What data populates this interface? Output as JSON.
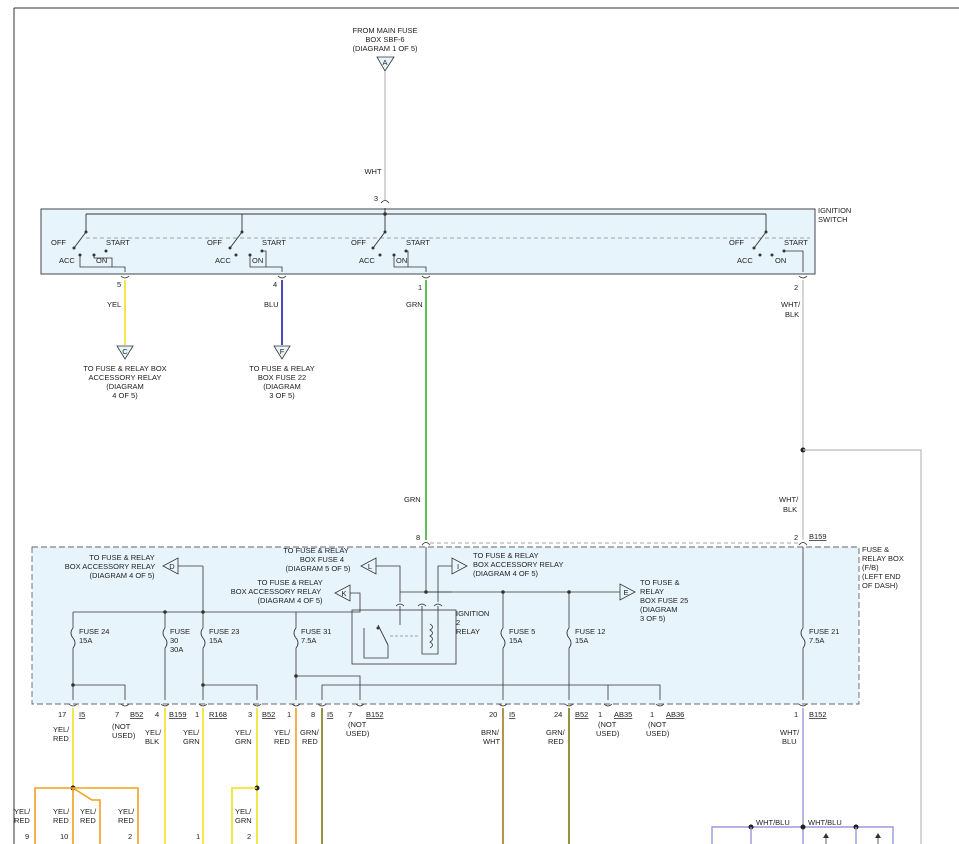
{
  "colors": {
    "border": "#333333",
    "box_fill": "#e8f4fc",
    "wire_wht": "#bbbbbb",
    "wire_yel": "#f2e01a",
    "wire_blu": "#1c1ca8",
    "wire_grn": "#33b026",
    "wire_olive": "#7a7a10",
    "wire_brown": "#a07a20",
    "wire_orange": "#f0a020",
    "wire_lavender": "#9a9ade"
  },
  "source": {
    "lines": [
      "FROM MAIN FUSE",
      "BOX SBF-6",
      "(DIAGRAM 1 OF 5)"
    ],
    "connector": "A",
    "wire": "WHT",
    "pin": "3"
  },
  "ignition_switch": {
    "label": [
      "IGNITION",
      "SWITCH"
    ],
    "off": "OFF",
    "start": "START",
    "acc": "ACC",
    "on": "ON",
    "outputs": [
      {
        "pin": "5",
        "wire": "YEL",
        "connector": "C",
        "dest": [
          "TO FUSE & RELAY BOX",
          "ACCESSORY RELAY",
          "(DIAGRAM",
          "4 OF 5)"
        ]
      },
      {
        "pin": "4",
        "wire": "BLU",
        "connector": "F",
        "dest": [
          "TO FUSE & RELAY",
          "BOX FUSE 22",
          "(DIAGRAM",
          "3 OF 5)"
        ]
      },
      {
        "pin": "1",
        "wire": "GRN"
      },
      {
        "pin": "2",
        "wire": [
          "WHT/",
          "BLK"
        ]
      }
    ]
  },
  "mid_wires": {
    "grn": "GRN",
    "wht_blk": [
      "WHT/",
      "BLK"
    ]
  },
  "fuse_box": {
    "label": [
      "FUSE &",
      "RELAY BOX",
      "(F/B)",
      "(LEFT END",
      "OF DASH)"
    ],
    "in_pins": [
      {
        "pin": "8"
      },
      {
        "pin": "2",
        "conn": "B159"
      }
    ],
    "refs": [
      {
        "letter": "D",
        "text": [
          "TO FUSE & RELAY",
          "BOX ACCESSORY RELAY",
          "(DIAGRAM 4 OF 5)"
        ]
      },
      {
        "letter": "L",
        "text": [
          "TO FUSE & RELAY",
          "BOX FUSE 4",
          "(DIAGRAM 5 OF 5)"
        ]
      },
      {
        "letter": "I",
        "text": [
          "TO FUSE & RELAY",
          "BOX ACCESSORY RELAY",
          "(DIAGRAM 4 OF 5)"
        ]
      },
      {
        "letter": "K",
        "text": [
          "TO FUSE & RELAY",
          "BOX ACCESSORY RELAY",
          "(DIAGRAM 4 OF 5)"
        ]
      },
      {
        "letter": "E",
        "text": [
          "TO FUSE &",
          "RELAY",
          "BOX FUSE 25",
          "(DIAGRAM",
          "3 OF 5)"
        ]
      }
    ],
    "relay": [
      "IGNITION",
      "2",
      "RELAY"
    ],
    "fuses": [
      {
        "name": "FUSE 24",
        "rating": "15A"
      },
      {
        "name": "FUSE",
        "name2": "30",
        "rating": "30A"
      },
      {
        "name": "FUSE 23",
        "rating": "15A"
      },
      {
        "name": "FUSE 31",
        "rating": "7.5A"
      },
      {
        "name": "FUSE 5",
        "rating": "15A"
      },
      {
        "name": "FUSE 12",
        "rating": "15A"
      },
      {
        "name": "FUSE 21",
        "rating": "7.5A"
      }
    ]
  },
  "bottom_pins": [
    {
      "pin": "17",
      "conn": "I5",
      "wire": [
        "YEL/",
        "RED"
      ]
    },
    {
      "pin": "7",
      "conn": "B52",
      "wire": [
        "(NOT",
        "USED)"
      ]
    },
    {
      "pin": "4",
      "conn": "B159",
      "wire": [
        "YEL/",
        "BLK"
      ]
    },
    {
      "pin": "1",
      "conn": "R168",
      "wire": [
        "YEL/",
        "GRN"
      ]
    },
    {
      "pin": "3",
      "conn": "B52",
      "wire": [
        "YEL/",
        "GRN"
      ]
    },
    {
      "pin": "1",
      "conn": "",
      "wire": [
        "YEL/",
        "RED"
      ]
    },
    {
      "pin": "8",
      "conn": "I5",
      "wire": [
        "GRN/",
        "RED"
      ]
    },
    {
      "pin": "7",
      "conn": "B152",
      "wire": [
        "(NOT",
        "USED)"
      ]
    },
    {
      "pin": "20",
      "conn": "I5",
      "wire": [
        "BRN/",
        "WHT"
      ]
    },
    {
      "pin": "24",
      "conn": "B52",
      "wire": [
        "GRN/",
        "RED"
      ]
    },
    {
      "pin": "1",
      "conn": "AB35",
      "wire": [
        "(NOT",
        "USED)"
      ]
    },
    {
      "pin": "1",
      "conn": "AB36",
      "wire": [
        "(NOT",
        "USED)"
      ]
    },
    {
      "pin": "1",
      "conn": "B152",
      "wire": [
        "WHT/",
        "BLU"
      ]
    }
  ],
  "lower": {
    "splits": [
      {
        "wire": [
          "YEL/",
          "RED"
        ],
        "pin": "9"
      },
      {
        "wire": [
          "YEL/",
          "RED"
        ],
        "pin": "10"
      },
      {
        "wire": [
          "YEL/",
          "RED"
        ],
        "pin": ""
      },
      {
        "wire": [
          "YEL/",
          "RED"
        ],
        "pin": "2"
      },
      {
        "wire": [],
        "pin": "1"
      },
      {
        "wire": [
          "YEL/",
          "GRN"
        ],
        "pin": "2"
      }
    ],
    "wht_blu_a": "WHT/BLU",
    "wht_blu_b": "WHT/BLU"
  }
}
